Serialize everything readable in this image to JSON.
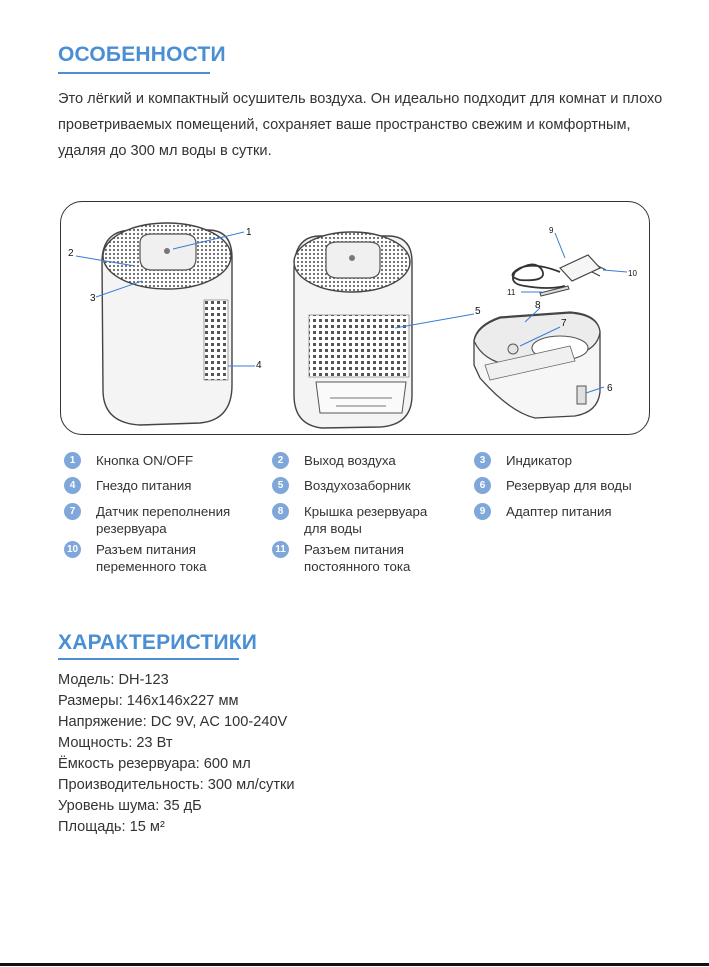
{
  "features": {
    "heading": "ОСОБЕННОСТИ",
    "intro": "Это лёгкий и компактный осушитель воздуха. Он идеально подходит для комнат и плохо проветриваемых помещений, сохраняет ваше пространство свежим и комфортным, удаляя до 300 мл воды в сутки."
  },
  "diagram": {
    "callouts": [
      "1",
      "2",
      "3",
      "4",
      "5",
      "6",
      "7",
      "8",
      "9",
      "10",
      "11"
    ]
  },
  "legend": [
    {
      "num": "1",
      "text": "Кнопка ON/OFF"
    },
    {
      "num": "2",
      "text": "Выход воздуха"
    },
    {
      "num": "3",
      "text": "Индикатор"
    },
    {
      "num": "4",
      "text": "Гнездо питания"
    },
    {
      "num": "5",
      "text": "Воздухозаборник"
    },
    {
      "num": "6",
      "text": "Резервуар для воды"
    },
    {
      "num": "7",
      "text": "Датчик переполнения\nрезервуара"
    },
    {
      "num": "8",
      "text": "Крышка резервуара\nдля воды"
    },
    {
      "num": "9",
      "text": "Адаптер питания"
    },
    {
      "num": "10",
      "text": "Разъем питания\nпеременного тока"
    },
    {
      "num": "11",
      "text": "Разъем питания\nпостоянного тока"
    }
  ],
  "specs": {
    "heading": "ХАРАКТЕРИСТИКИ",
    "items": [
      "Модель: DH-123",
      "Размеры: 146x146x227 мм",
      "Напряжение: DC 9V, AC 100-240V",
      "Мощность: 23 Вт",
      "Ёмкость резервуара: 600 мл",
      "Производительность: 300 мл/сутки",
      "Уровень шума: 35 дБ",
      "Площадь: 15 м²"
    ]
  },
  "colors": {
    "accent": "#4a8fd4",
    "badge": "#7fa7d9",
    "leader": "#3b7dd8"
  }
}
